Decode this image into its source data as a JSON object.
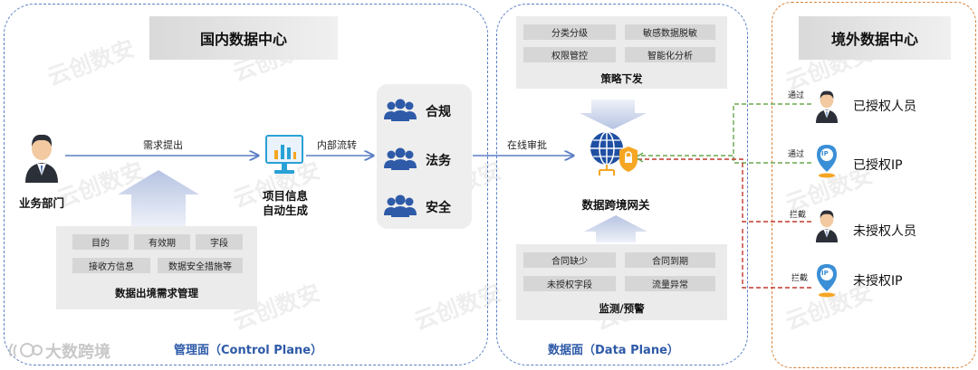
{
  "domestic": {
    "title": "国内数据中心",
    "plane_label": "管理面（Control Plane）",
    "business_dept": "业务部门",
    "demand_label": "需求提出",
    "internal_flow": "内部流转",
    "project_info": "项目信息",
    "auto_generate": "自动生成",
    "tags": [
      "目的",
      "有效期",
      "字段",
      "接收方信息",
      "数据安全措施等"
    ],
    "tags_panel_title": "数据出境需求管理",
    "review_groups": [
      "合规",
      "法务",
      "安全"
    ]
  },
  "data_plane": {
    "plane_label": "数据面（Data Plane）",
    "online_review": "在线审批",
    "policy_items": [
      "分类分级",
      "敏感数据脱敏",
      "权限管控",
      "智能化分析"
    ],
    "policy_title": "策略下发",
    "gateway_label": "数据跨境网关",
    "monitor_items": [
      "合同缺少",
      "合同到期",
      "未授权字段",
      "流量异常"
    ],
    "monitor_title": "监测/预警"
  },
  "overseas": {
    "title": "境外数据中心",
    "entries": [
      {
        "action": "通过",
        "label": "已授权人员",
        "icon": "person-icon",
        "status": "allowed"
      },
      {
        "action": "通过",
        "label": "已授权IP",
        "icon": "ip-pin-icon",
        "status": "allowed"
      },
      {
        "action": "拦截",
        "label": "未授权人员",
        "icon": "person-icon",
        "status": "blocked"
      },
      {
        "action": "拦截",
        "label": "未授权IP",
        "icon": "ip-pin-icon",
        "status": "blocked"
      }
    ],
    "ip_glyph": "IP"
  },
  "watermark": "云创数安",
  "footer_logo": "大数跨境",
  "colors": {
    "allowed": "#6aa84f",
    "blocked": "#c0392b",
    "flow": "#5b7fc4",
    "frame_orange": "#d8843f"
  }
}
